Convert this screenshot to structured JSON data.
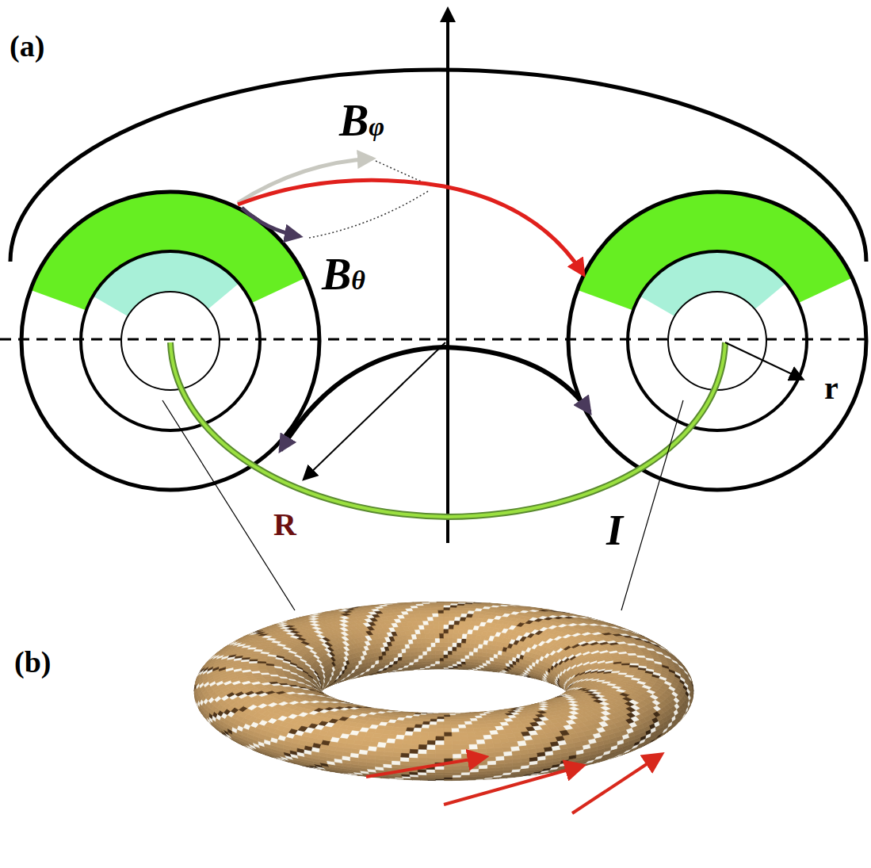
{
  "diagram": {
    "labels": [
      "(a)",
      "Bφ",
      "Bθ",
      "r",
      "R",
      "I",
      "(b)"
    ]
  }
}
